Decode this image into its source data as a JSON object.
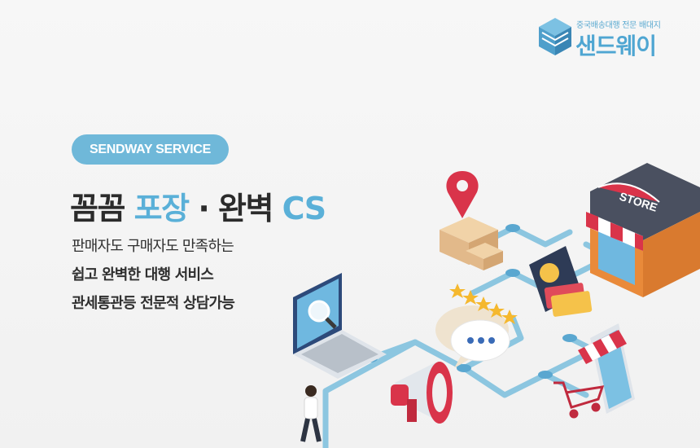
{
  "logo": {
    "tagline": "중국배송대행 전문 배대지",
    "name": "샌드웨이"
  },
  "hero": {
    "badge": "SENDWAY SERVICE",
    "headline": {
      "part1": "꼼꼼",
      "part2": "포장",
      "separator": "·",
      "part3": "완벽",
      "part4": "CS"
    },
    "lines": [
      "판매자도 구매자도 만족하는",
      "쉽고 완벽한 대행 서비스",
      "관세통관등 전문적 상담가능"
    ]
  },
  "illustration": {
    "store_sign": "STORE"
  },
  "colors": {
    "accent": "#5ab0d8",
    "badge_bg": "#6fb8d9",
    "text_dark": "#2b2b2b",
    "path_line": "#8cc6e0",
    "red": "#d9344a"
  }
}
